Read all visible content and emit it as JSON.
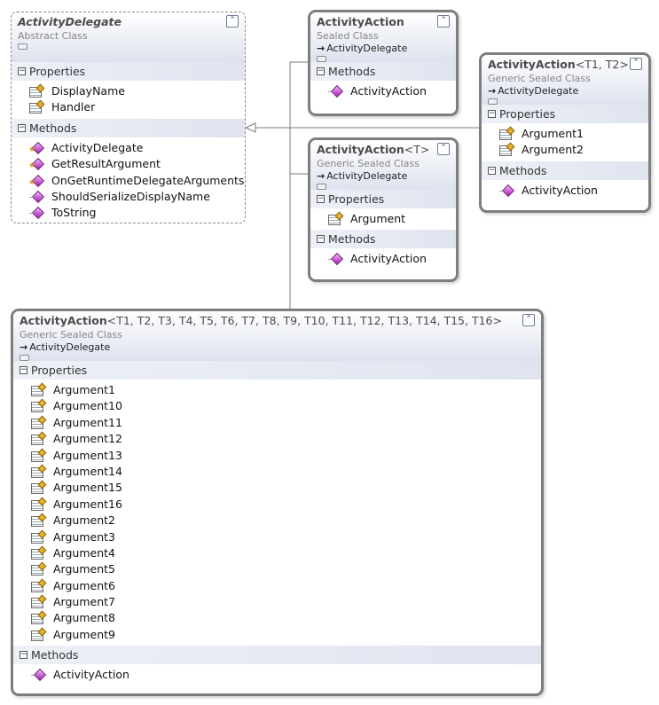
{
  "classes": {
    "delegate": {
      "name": "ActivityDelegate",
      "generic": "",
      "kind": "Abstract Class",
      "base": "",
      "sections": [
        {
          "title": "Properties",
          "items": [
            {
              "label": "DisplayName",
              "icon": "property-icon"
            },
            {
              "label": "Handler",
              "icon": "property-icon"
            }
          ]
        },
        {
          "title": "Methods",
          "items": [
            {
              "label": "ActivityDelegate",
              "icon": "protected-method-icon"
            },
            {
              "label": "GetResultArgument",
              "icon": "protected-method-icon"
            },
            {
              "label": "OnGetRuntimeDelegateArguments",
              "icon": "protected-method-icon"
            },
            {
              "label": "ShouldSerializeDisplayName",
              "icon": "method-icon"
            },
            {
              "label": "ToString",
              "icon": "method-icon"
            }
          ]
        }
      ]
    },
    "action": {
      "name": "ActivityAction",
      "generic": "",
      "kind": "Sealed Class",
      "base": "ActivityDelegate",
      "sections": [
        {
          "title": "Methods",
          "items": [
            {
              "label": "ActivityAction",
              "icon": "method-icon"
            }
          ]
        }
      ]
    },
    "action_t": {
      "name": "ActivityAction",
      "generic": "<T>",
      "kind": "Generic Sealed Class",
      "base": "ActivityDelegate",
      "sections": [
        {
          "title": "Properties",
          "items": [
            {
              "label": "Argument",
              "icon": "property-icon"
            }
          ]
        },
        {
          "title": "Methods",
          "items": [
            {
              "label": "ActivityAction",
              "icon": "method-icon"
            }
          ]
        }
      ]
    },
    "action_t1t2": {
      "name": "ActivityAction",
      "generic": "<T1, T2>",
      "kind": "Generic Sealed Class",
      "base": "ActivityDelegate",
      "sections": [
        {
          "title": "Properties",
          "items": [
            {
              "label": "Argument1",
              "icon": "property-icon"
            },
            {
              "label": "Argument2",
              "icon": "property-icon"
            }
          ]
        },
        {
          "title": "Methods",
          "items": [
            {
              "label": "ActivityAction",
              "icon": "method-icon"
            }
          ]
        }
      ]
    },
    "action_t16": {
      "name": "ActivityAction",
      "generic": "<T1, T2, T3, T4, T5, T6, T7, T8, T9, T10, T11, T12, T13, T14, T15, T16>",
      "kind": "Generic Sealed Class",
      "base": "ActivityDelegate",
      "sections": [
        {
          "title": "Properties",
          "items": [
            {
              "label": "Argument1",
              "icon": "property-icon"
            },
            {
              "label": "Argument10",
              "icon": "property-icon"
            },
            {
              "label": "Argument11",
              "icon": "property-icon"
            },
            {
              "label": "Argument12",
              "icon": "property-icon"
            },
            {
              "label": "Argument13",
              "icon": "property-icon"
            },
            {
              "label": "Argument14",
              "icon": "property-icon"
            },
            {
              "label": "Argument15",
              "icon": "property-icon"
            },
            {
              "label": "Argument16",
              "icon": "property-icon"
            },
            {
              "label": "Argument2",
              "icon": "property-icon"
            },
            {
              "label": "Argument3",
              "icon": "property-icon"
            },
            {
              "label": "Argument4",
              "icon": "property-icon"
            },
            {
              "label": "Argument5",
              "icon": "property-icon"
            },
            {
              "label": "Argument6",
              "icon": "property-icon"
            },
            {
              "label": "Argument7",
              "icon": "property-icon"
            },
            {
              "label": "Argument8",
              "icon": "property-icon"
            },
            {
              "label": "Argument9",
              "icon": "property-icon"
            }
          ]
        },
        {
          "title": "Methods",
          "items": [
            {
              "label": "ActivityAction",
              "icon": "method-icon"
            }
          ]
        }
      ]
    }
  },
  "colors": {
    "border": "#7e7e7e",
    "header_end": "#dde2ee",
    "connector": "#7a7a7a"
  }
}
